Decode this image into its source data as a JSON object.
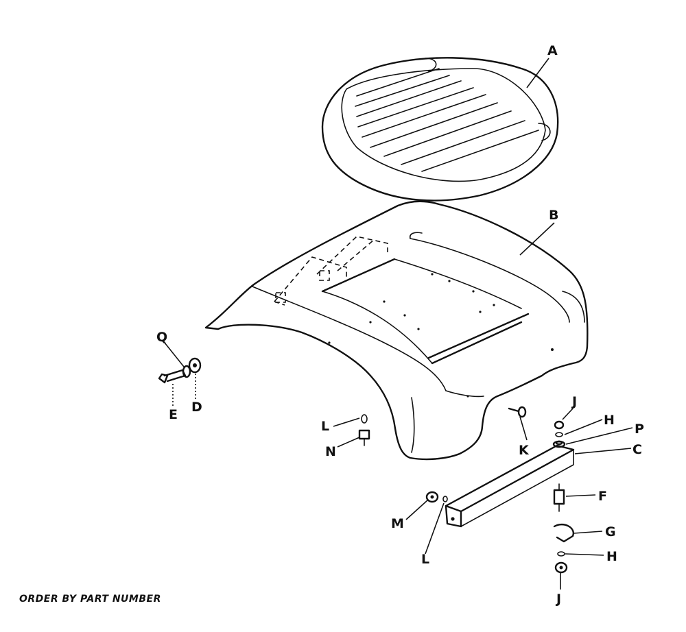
{
  "diagram": {
    "callouts": {
      "A": "A",
      "B": "B",
      "C": "C",
      "D": "D",
      "E": "E",
      "F": "F",
      "G": "G",
      "H_upper": "H",
      "H_lower": "H",
      "J_upper": "J",
      "J_lower": "J",
      "K": "K",
      "L_upper": "L",
      "L_lower": "L",
      "M": "M",
      "N": "N",
      "P": "P",
      "Q": "Q"
    },
    "footer_note": "ORDER BY PART NUMBER"
  }
}
